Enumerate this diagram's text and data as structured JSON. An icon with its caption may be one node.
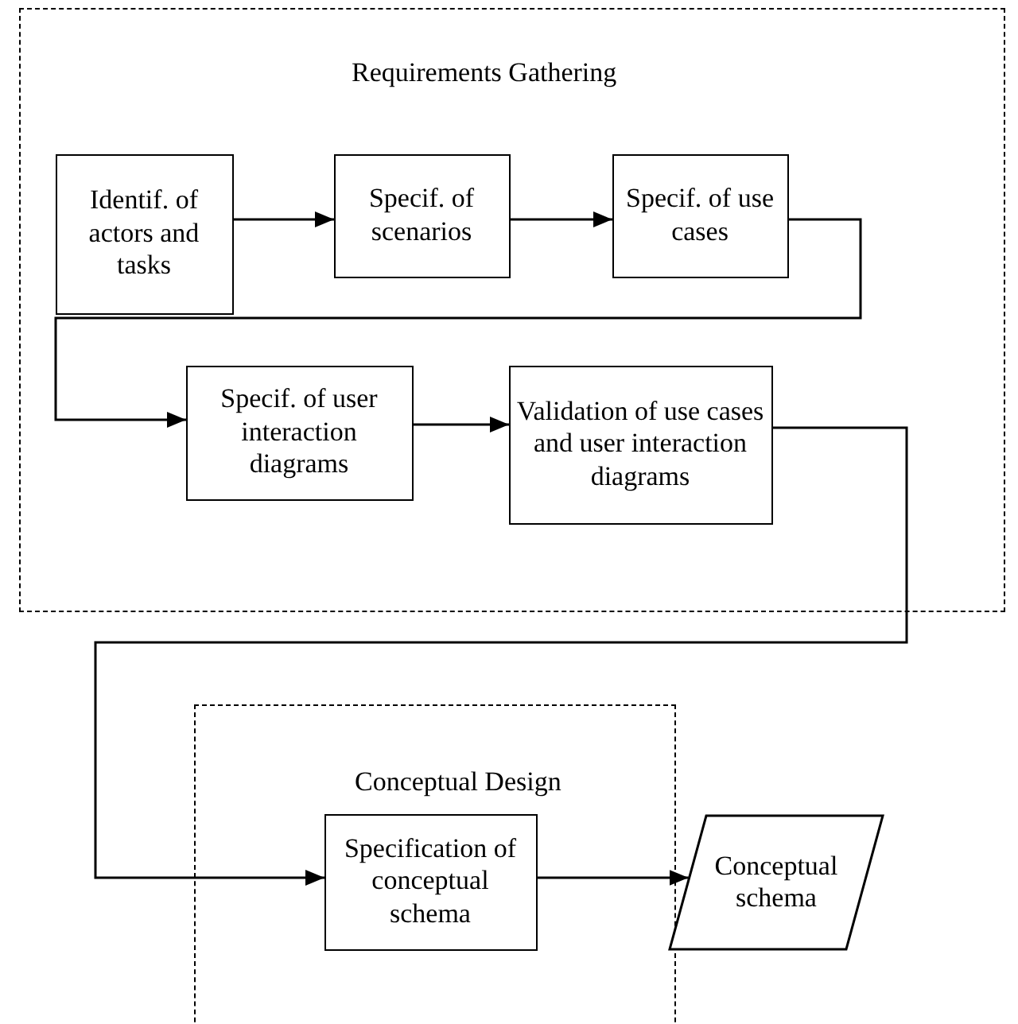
{
  "diagram": {
    "nodes": [
      {
        "text": [
          "Requirements Gathering"
        ]
      },
      {
        "text": [
          "Identif. of actors and tasks"
        ],
        "in": 0
      },
      {
        "text": [
          "Specif. of scenarios"
        ],
        "in": 0
      },
      {
        "text": [
          "Specif. of use cases"
        ],
        "in": 0
      },
      {
        "text": [
          "Specif. of user interaction diagrams"
        ],
        "in": 0
      },
      {
        "text": [
          "Validation of use cases and user interaction diagrams"
        ],
        "in": 0
      },
      {
        "text": [
          "Conceptual Design"
        ]
      },
      {
        "text": [
          "Specification of conceptual schema"
        ],
        "in": 6
      },
      {
        "text": [
          "Conceptual schema"
        ]
      }
    ],
    "edges": [
      {
        "from": 1,
        "to": 2,
        "arrow": "to"
      },
      {
        "from": 2,
        "to": 3,
        "arrow": "to"
      },
      {
        "from": 3,
        "to": 4,
        "arrow": "to"
      },
      {
        "from": 4,
        "to": 5,
        "arrow": "to"
      },
      {
        "from": 5,
        "to": 7,
        "arrow": "to"
      },
      {
        "from": 7,
        "to": 8,
        "arrow": "to"
      }
    ]
  }
}
